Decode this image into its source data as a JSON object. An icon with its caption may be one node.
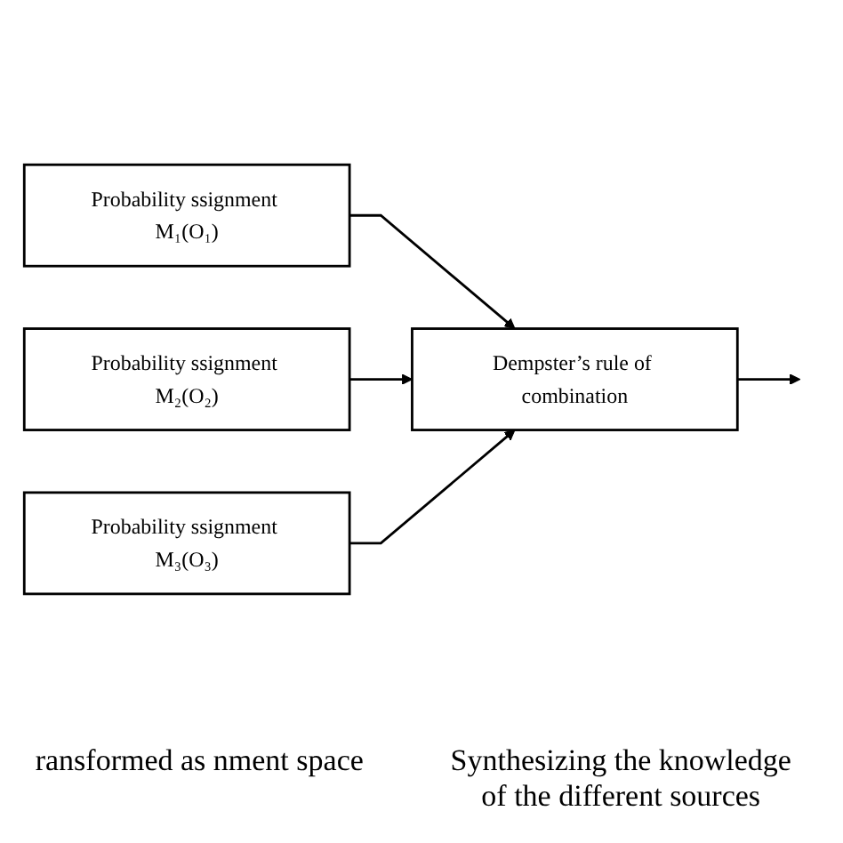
{
  "diagram": {
    "nodes": [
      {
        "text": [
          "Probability ssignment M₁(O₁)"
        ]
      },
      {
        "text": [
          "Probability ssignment M₂(O₂)"
        ]
      },
      {
        "text": [
          "Probability ssignment M₃(O₃)"
        ]
      },
      {
        "text": [
          "Dempster’s rule of combination"
        ]
      }
    ],
    "edges": [
      {
        "from": 0,
        "to": 3,
        "arrow": "to"
      },
      {
        "from": 1,
        "to": 3,
        "arrow": "to"
      },
      {
        "from": 2,
        "to": 3,
        "arrow": "to"
      },
      {
        "from": 3,
        "to": null,
        "arrow": "to"
      }
    ],
    "labels": [
      "ransformed as nment space",
      "Synthesizing the knowledge of the different sources"
    ]
  }
}
